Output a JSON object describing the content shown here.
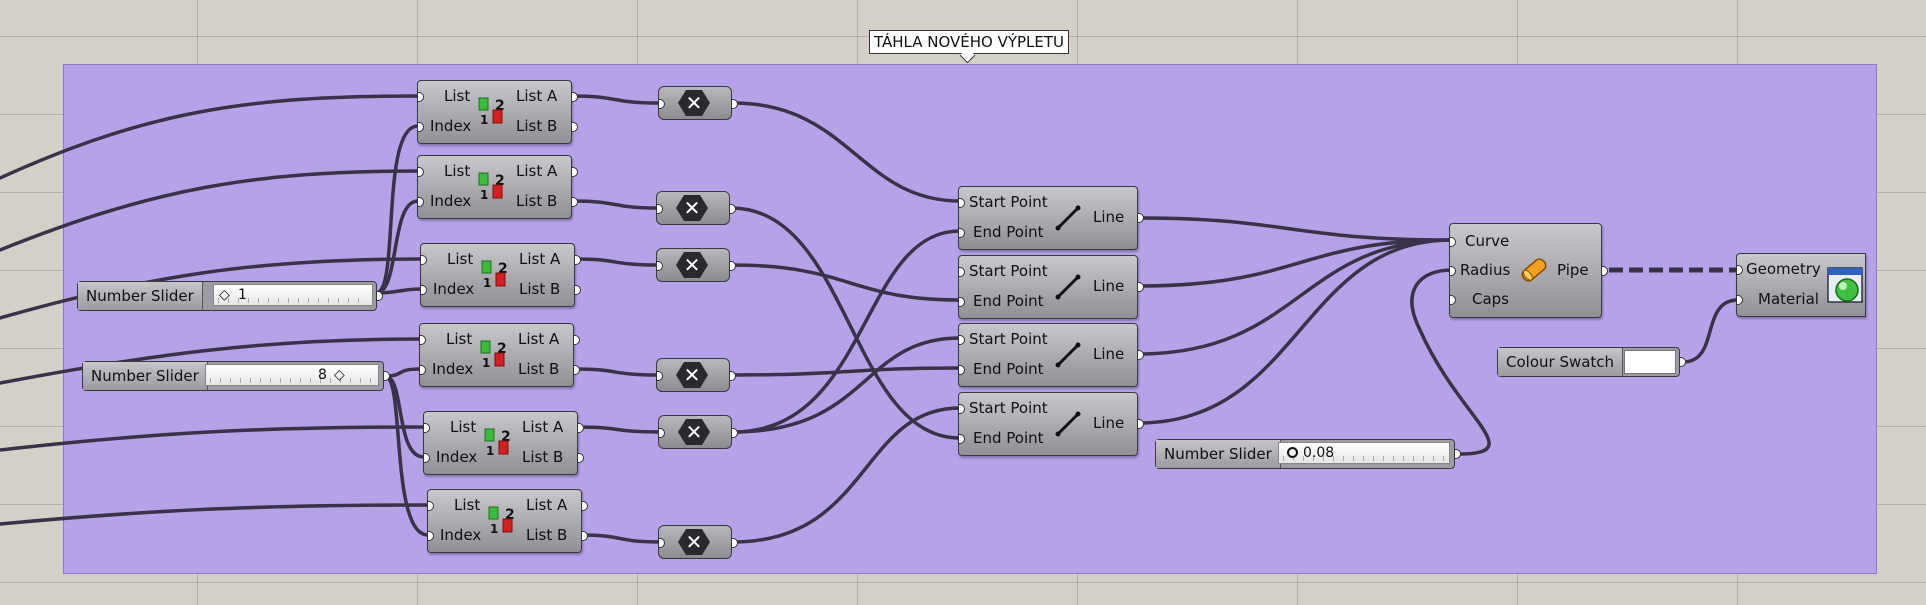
{
  "group": {
    "title": "TÁHLA NOVÉHO VÝPLETU"
  },
  "list_item": {
    "in_list": "List",
    "in_index": "Index",
    "out_a": "List A",
    "out_b": "List B"
  },
  "line": {
    "in_start": "Start Point",
    "in_end": "End Point",
    "out": "Line"
  },
  "pipe": {
    "in_curve": "Curve",
    "in_radius": "Radius",
    "in_caps": "Caps",
    "out": "Pipe"
  },
  "preview": {
    "in_geometry": "Geometry",
    "in_material": "Material"
  },
  "sliders": [
    {
      "name": "Number Slider",
      "value": "1"
    },
    {
      "name": "Number Slider",
      "value": "8"
    },
    {
      "name": "Number Slider",
      "value": "0.08"
    }
  ],
  "swatch": {
    "name": "Colour Swatch",
    "color": "#ffffff"
  },
  "colors": {
    "group_fill": "#b6a2e8",
    "canvas": "#d4d0c8",
    "wire": "#3a3248"
  },
  "icons": {
    "list_item": "list-item-icon",
    "negative": "negative-icon",
    "line": "line-icon",
    "pipe": "pipe-icon",
    "preview": "custom-preview-icon"
  }
}
